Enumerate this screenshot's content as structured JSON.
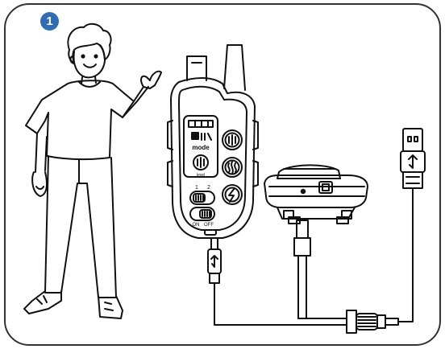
{
  "step": {
    "number": "1",
    "badge_color": "#2f6db5"
  },
  "transmitter": {
    "mode_label": "mode",
    "level_label": "level",
    "switch_channel_labels": [
      "1",
      "2"
    ],
    "switch_power_labels": [
      "ON",
      "OFF"
    ]
  },
  "colors": {
    "stroke": "#111111",
    "frame": "#333333",
    "fill": "#ffffff"
  },
  "icons": [
    "person-illustration",
    "remote-transmitter",
    "receiver-collar",
    "usb-charging-cable"
  ]
}
